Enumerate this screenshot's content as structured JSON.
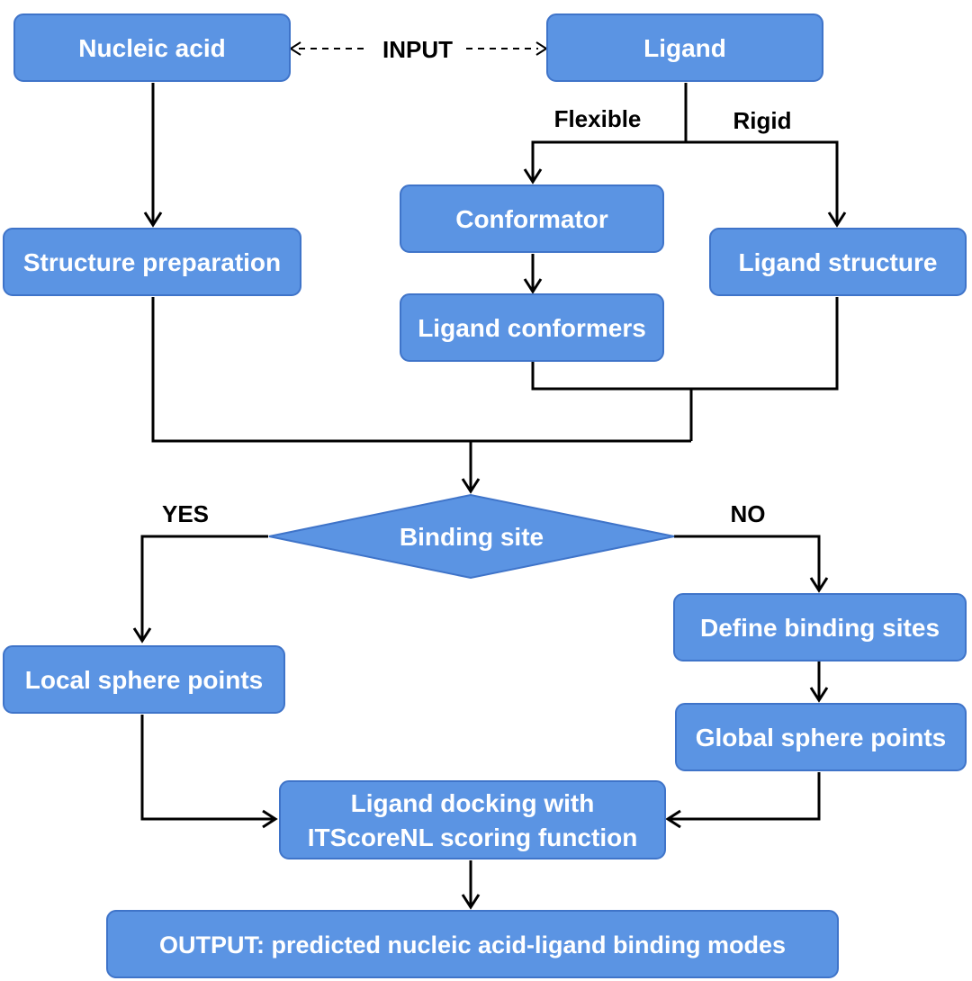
{
  "nodes": {
    "nucleic_acid": "Nucleic acid",
    "ligand": "Ligand",
    "conformator": "Conformator",
    "structure_preparation": "Structure preparation",
    "ligand_structure": "Ligand structure",
    "ligand_conformers": "Ligand conformers",
    "binding_site": "Binding site",
    "local_sphere_points": "Local sphere points",
    "define_binding_sites": "Define binding sites",
    "global_sphere_points": "Global sphere points",
    "docking_line1": "Ligand docking with",
    "docking_line2": "ITScoreNL scoring function",
    "output": "OUTPUT: predicted nucleic acid-ligand binding modes"
  },
  "labels": {
    "input": "INPUT",
    "flexible": "Flexible",
    "rigid": "Rigid",
    "yes": "YES",
    "no": "NO"
  },
  "colors": {
    "node_fill": "#5b94e3",
    "node_border": "#3f74c9",
    "node_text": "#ffffff",
    "connector": "#000000"
  }
}
